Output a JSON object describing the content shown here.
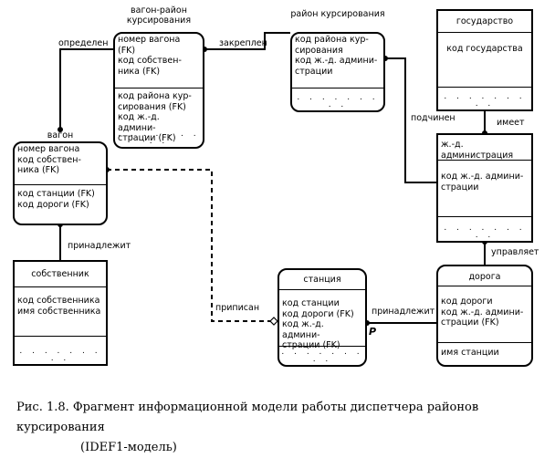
{
  "entities": {
    "vagon_rayon": {
      "title": "вагон-район курсирования",
      "key_attrs": [
        "номер вагона",
        "(FK)",
        "код собствен-",
        "ника (FK)"
      ],
      "attrs": [
        "код района кур-",
        "сирования (FK)",
        "код ж.-д. админи-",
        "страции (FK)"
      ]
    },
    "rayon": {
      "title": "район курсирования",
      "key_attrs": [
        "код района кур-",
        "сирования",
        "код ж.-д. админи-",
        "страции"
      ],
      "attrs": []
    },
    "gosudarstvo": {
      "title": "государство",
      "key_attrs": [
        "код государства"
      ],
      "attrs": []
    },
    "vagon": {
      "title": "вагон",
      "key_attrs": [
        "номер вагона",
        "код собствен-",
        "ника (FK)"
      ],
      "attrs": [
        "код станции (FK)",
        "код дороги (FK)"
      ]
    },
    "zhd_admin": {
      "title": "ж.-д. администрация",
      "key_attrs": [
        "код ж.-д. админи-",
        "страции"
      ],
      "attrs": []
    },
    "sobstvennik": {
      "title": "собственник",
      "key_attrs": [
        "код собственника",
        "имя собственника"
      ],
      "attrs": []
    },
    "stanciya": {
      "title": "станция",
      "key_attrs": [
        "код станции",
        "код дороги (FK)",
        "код ж.-д. админи-",
        "страции (FK)"
      ],
      "attrs": []
    },
    "doroga": {
      "title": "дорога",
      "key_attrs": [
        "код дороги",
        "код ж.-д. админи-",
        "страции (FK)"
      ],
      "attrs": [
        "имя станции"
      ]
    }
  },
  "relationships": {
    "opredelen": "определен",
    "zakreplen": "закреплен",
    "podchinen": "подчинен",
    "imeet": "имеет",
    "prinadlezhit_sobstvennik": "принадлежит",
    "pripisan": "приписан",
    "prinadlezhit_doroga": "принадлежит",
    "upravlyaet": "управляет",
    "cardinality_p": "P"
  },
  "dots": ". . . . . . . . .",
  "caption": {
    "line1": "Рис. 1.8. Фрагмент информационной модели работы диспетчера районов курсирования",
    "line2": "(IDEF1-модель)"
  }
}
